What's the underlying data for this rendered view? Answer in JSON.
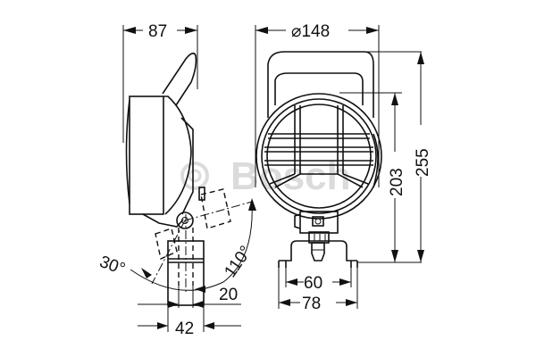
{
  "drawing": {
    "type": "technical dimension drawing",
    "subject": "work lamp with protective grille and mounting bracket",
    "watermark": "© Bosch",
    "units": "mm",
    "views": [
      "side view",
      "front view"
    ]
  },
  "dimensions": {
    "side_depth": "87",
    "diameter": "⌀148",
    "lamp_height": "203",
    "total_height": "255",
    "bracket_inner": "60",
    "bracket_outer": "78",
    "mount_width": "42",
    "mount_slot": "20",
    "tilt_back": "30°",
    "tilt_forward": "110°"
  },
  "colors": {
    "line": "#111111",
    "background": "#ffffff",
    "watermark": "#cfcfcf"
  }
}
